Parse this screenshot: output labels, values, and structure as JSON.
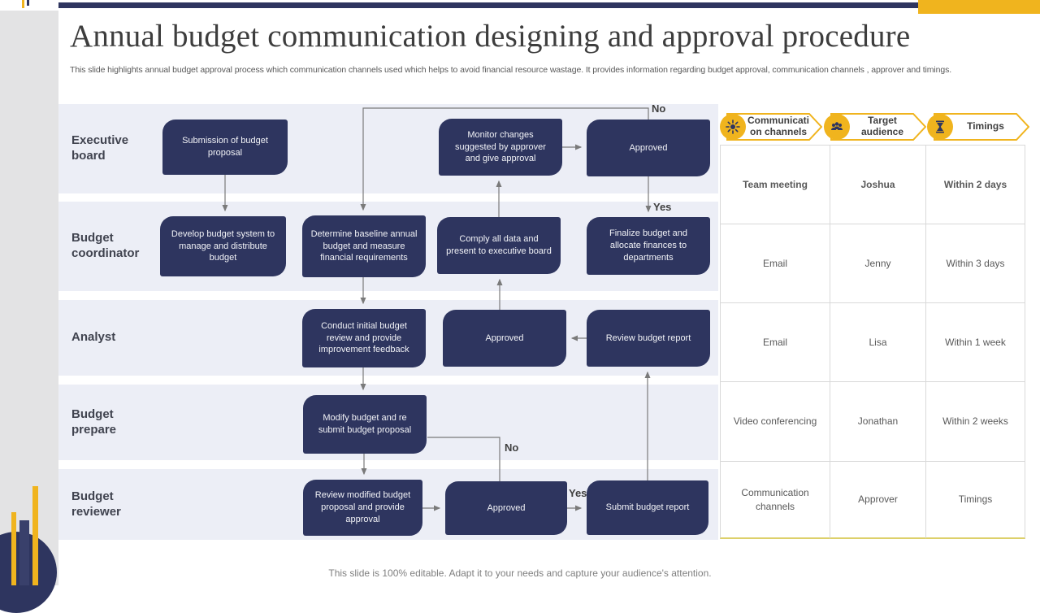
{
  "slide": {
    "title": "Annual budget communication designing and approval procedure",
    "subtitle": "This slide highlights annual budget approval process which communication channels used which helps to avoid financial resource wastage. It provides information regarding budget approval, communication channels , approver and timings.",
    "footer": "This slide is 100% editable. Adapt it to your needs and capture your audience's attention."
  },
  "colors": {
    "navy": "#2e355f",
    "yellow": "#f0b41e",
    "lane_background": "#eceef6",
    "connector_gray": "#7a7a7a"
  },
  "flowchart": {
    "lanes": [
      {
        "label": "Executive board"
      },
      {
        "label": "Budget coordinator"
      },
      {
        "label": "Analyst"
      },
      {
        "label": "Budget prepare"
      },
      {
        "label": "Budget reviewer"
      }
    ],
    "nodes": {
      "submission": "Submission of budget proposal",
      "monitor": "Monitor changes suggested by approver and give approval",
      "approved_exec": "Approved",
      "develop": "Develop budget system to manage and distribute budget",
      "determine": "Determine baseline annual budget and measure financial requirements",
      "comply": "Comply all data and present to executive board",
      "finalize": "Finalize budget and allocate finances to departments",
      "conduct": "Conduct initial budget review and provide improvement feedback",
      "approved_analyst": "Approved",
      "review_report": "Review budget report",
      "modify": "Modify budget and re submit budget proposal",
      "review_modified": "Review modified budget proposal and provide approval",
      "approved_reviewer": "Approved",
      "submit_report": "Submit budget report"
    },
    "decisions": {
      "no_top": "No",
      "yes_top": "Yes",
      "yes_bottom": "Yes",
      "no_bottom": "No"
    }
  },
  "table": {
    "headers": [
      {
        "label": "Communicati on channels",
        "icon": "broadcast-icon"
      },
      {
        "label": "Target audience",
        "icon": "audience-icon"
      },
      {
        "label": "Timings",
        "icon": "hourglass-icon"
      }
    ],
    "rows": [
      [
        "Team meeting",
        "Joshua",
        "Within 2 days"
      ],
      [
        "Email",
        "Jenny",
        "Within 3 days"
      ],
      [
        "Email",
        "Lisa",
        "Within 1 week"
      ],
      [
        "Video conferencing",
        "Jonathan",
        "Within 2 weeks"
      ],
      [
        "Communication channels",
        "Approver",
        "Timings"
      ]
    ]
  }
}
